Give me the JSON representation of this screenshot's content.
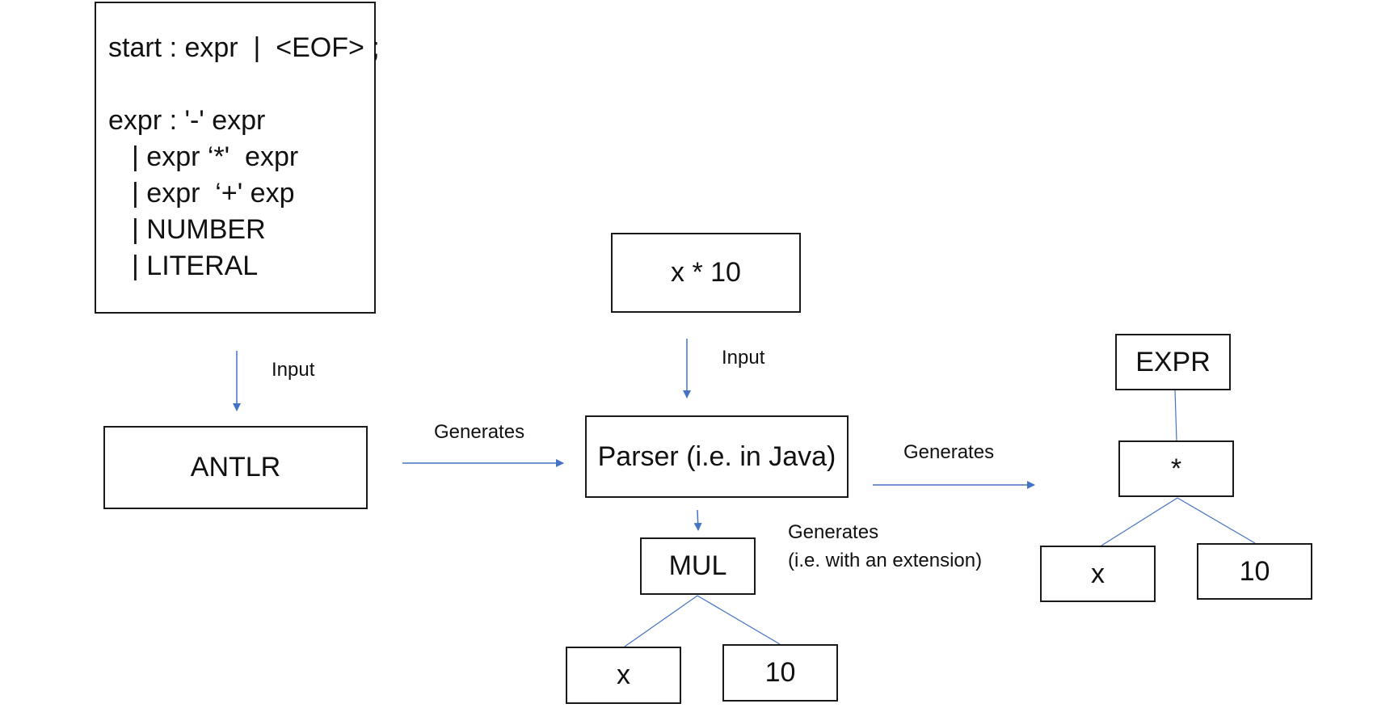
{
  "grammar": {
    "lines": [
      "start : expr  |  <EOF> ;",
      "expr : '-' expr",
      "| expr ‘*'  expr",
      "| expr  ‘+' exp",
      "| NUMBER",
      "| LITERAL"
    ]
  },
  "boxes": {
    "antlr": "ANTLR",
    "input_expr": "x * 10",
    "parser": "Parser (i.e. in Java)",
    "mul": "MUL",
    "mul_left": "x",
    "mul_right": "10",
    "expr_root": "EXPR",
    "star": "*",
    "star_left": "x",
    "star_right": "10"
  },
  "labels": {
    "input_1": "Input",
    "input_2": "Input",
    "generates_1": "Generates",
    "generates_2": "Generates",
    "generates_3_line1": "Generates",
    "generates_3_line2": "(i.e. with an extension)"
  },
  "colors": {
    "arrow": "#4472c4",
    "tree_line": "#4472c4",
    "border": "#1a1a1a"
  }
}
